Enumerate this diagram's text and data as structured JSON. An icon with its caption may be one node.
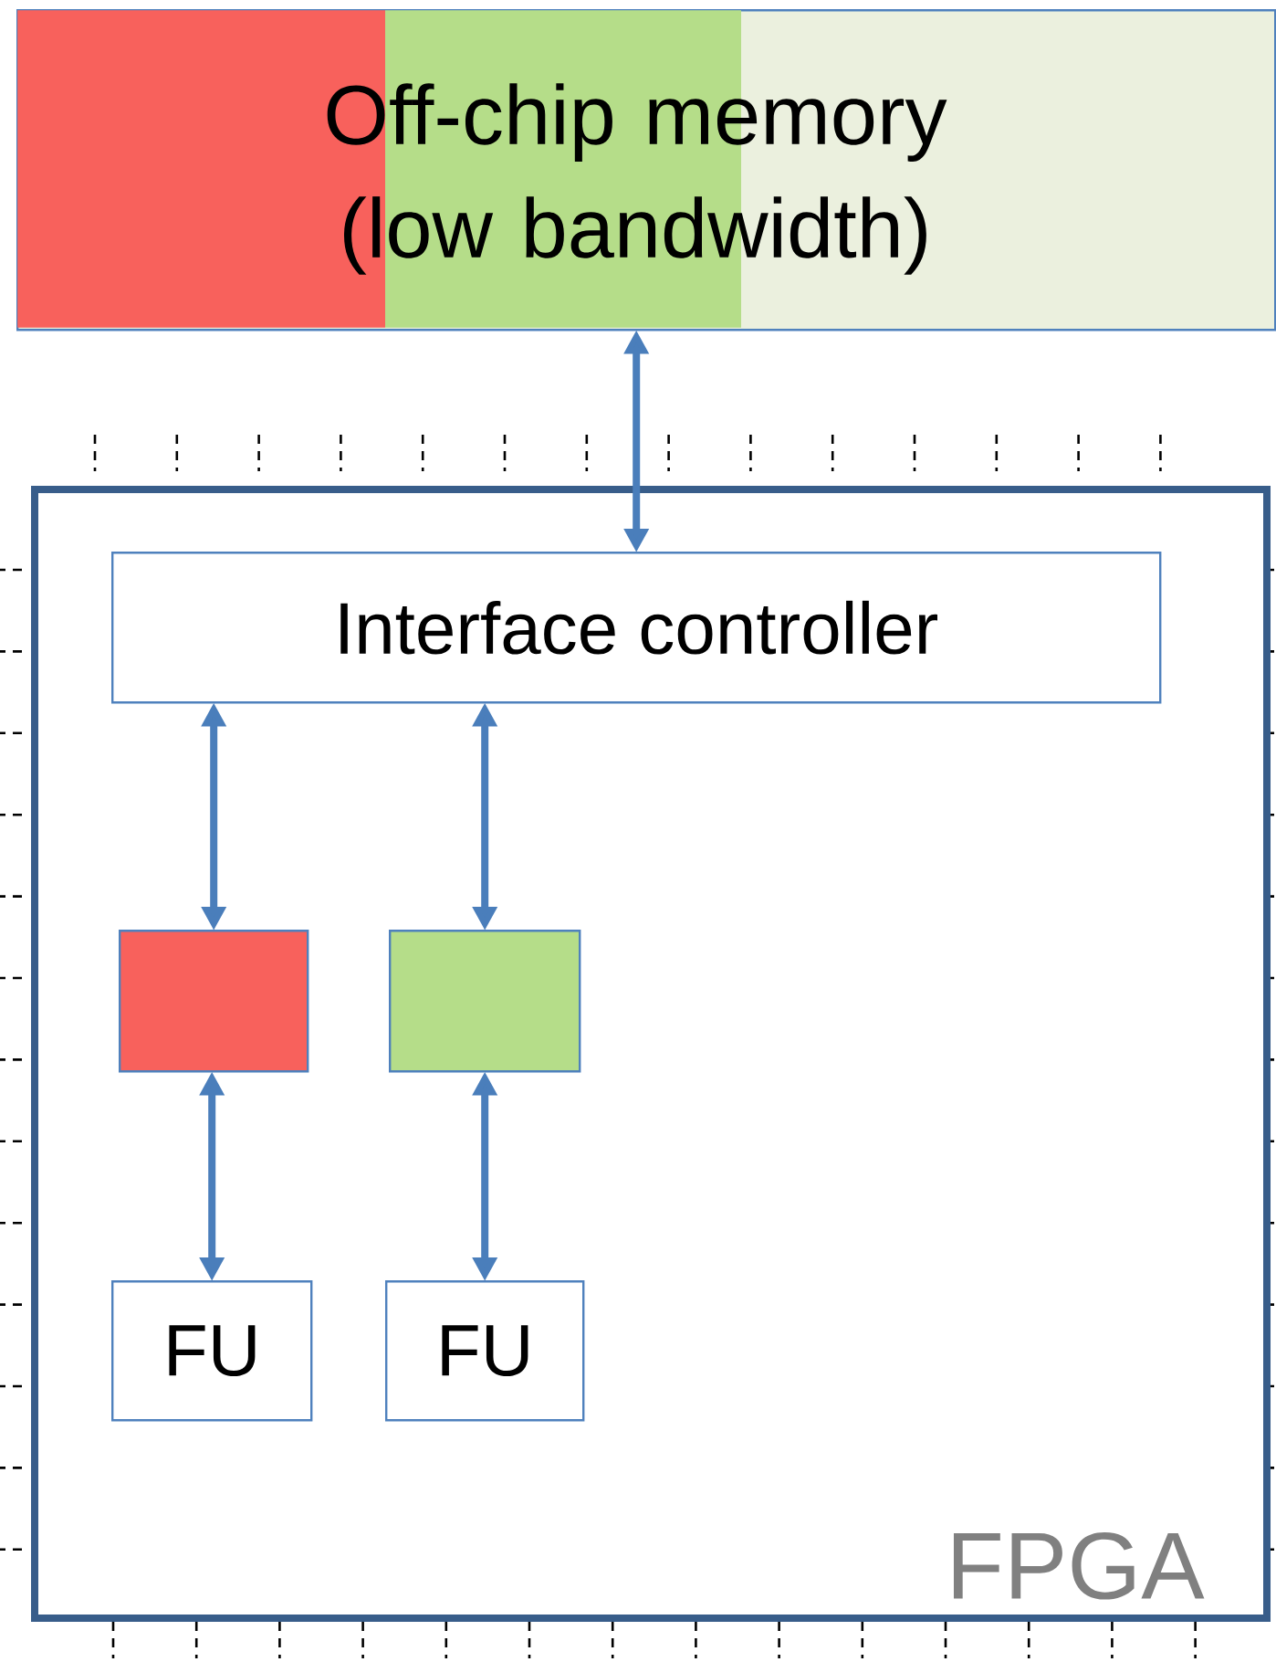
{
  "diagram": {
    "nodes": [
      {
        "text": [
          "Off-chip memory (low bandwidth)"
        ]
      },
      {
        "text": [
          "FPGA"
        ]
      },
      {
        "text": [
          "Interface controller"
        ],
        "in": 1
      },
      {
        "text": [],
        "shape": "box",
        "in": 1
      },
      {
        "text": [],
        "shape": "box",
        "in": 1
      },
      {
        "text": [
          "FU"
        ],
        "in": 1
      },
      {
        "text": [
          "FU"
        ],
        "in": 1
      }
    ],
    "edges": [
      {
        "from": 0,
        "to": 2,
        "arrow": "both"
      },
      {
        "from": 2,
        "to": 3,
        "arrow": "both"
      },
      {
        "from": 2,
        "to": 4,
        "arrow": "both"
      },
      {
        "from": 3,
        "to": 5,
        "arrow": "both"
      },
      {
        "from": 4,
        "to": 6,
        "arrow": "both"
      }
    ]
  }
}
